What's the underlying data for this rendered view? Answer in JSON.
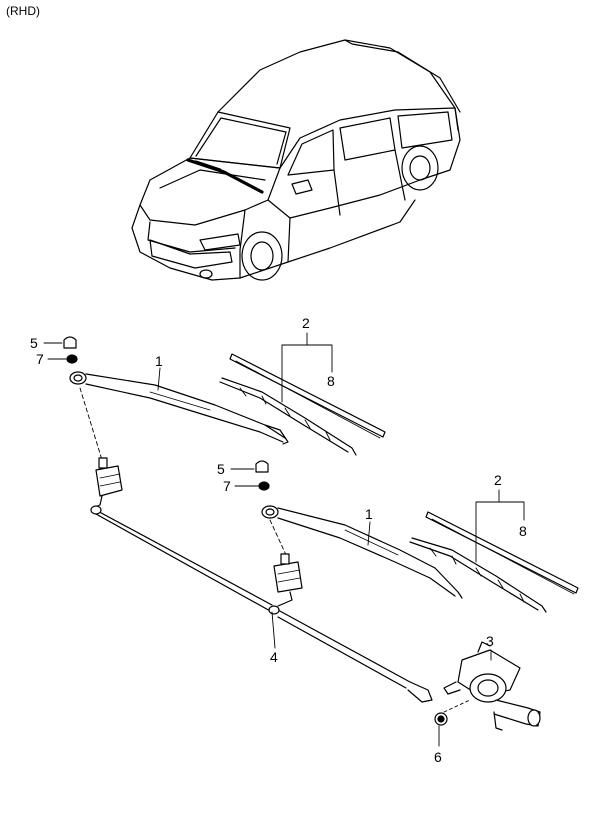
{
  "header": {
    "variant_note": "(RHD)"
  },
  "callouts": {
    "arm_left": "1",
    "arm_right": "1",
    "blade_left": "2",
    "blade_right": "2",
    "refill_left": "8",
    "refill_right": "8",
    "motor": "3",
    "linkage": "4",
    "cap_left": "5",
    "cap_right": "5",
    "nut_left": "7",
    "nut_right": "7",
    "motor_nut": "6"
  }
}
